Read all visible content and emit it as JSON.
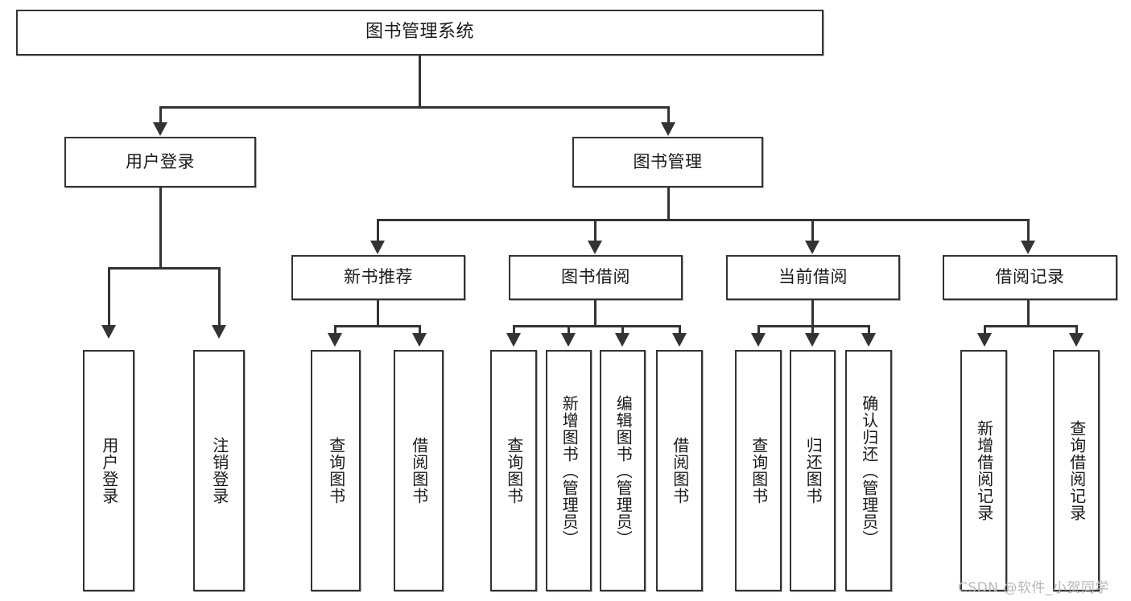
{
  "diagram": {
    "title": "图书管理系统",
    "type": "功能结构图",
    "watermark": "CSDN @软件_小贺同学",
    "colors": {
      "line": "#333333",
      "box_border": "#333333",
      "box_fill": "#ffffff",
      "text": "#1a1a1a",
      "watermark": "#b8b8b8",
      "background": "#ffffff"
    },
    "root": {
      "label": "图书管理系统"
    },
    "level2": [
      {
        "id": "user-login",
        "label": "用户登录"
      },
      {
        "id": "book-manage",
        "label": "图书管理"
      }
    ],
    "level3": [
      {
        "id": "new-book-recommend",
        "label": "新书推荐",
        "parent": "book-manage"
      },
      {
        "id": "book-borrow",
        "label": "图书借阅",
        "parent": "book-manage"
      },
      {
        "id": "current-borrow",
        "label": "当前借阅",
        "parent": "book-manage"
      },
      {
        "id": "borrow-record",
        "label": "借阅记录",
        "parent": "book-manage"
      }
    ],
    "leaves": {
      "user-login": [
        {
          "id": "leaf-user-login",
          "label": "用户登录"
        },
        {
          "id": "leaf-logout-login",
          "label": "注销登录"
        }
      ],
      "new-book-recommend": [
        {
          "id": "leaf-query-book-1",
          "label": "查询图书"
        },
        {
          "id": "leaf-borrow-book-1",
          "label": "借阅图书"
        }
      ],
      "book-borrow": [
        {
          "id": "leaf-query-book-2",
          "label": "查询图书"
        },
        {
          "id": "leaf-add-book",
          "label": "新增图书（管理员）"
        },
        {
          "id": "leaf-edit-book",
          "label": "编辑图书（管理员）"
        },
        {
          "id": "leaf-borrow-book-2",
          "label": "借阅图书"
        }
      ],
      "current-borrow": [
        {
          "id": "leaf-query-book-3",
          "label": "查询图书"
        },
        {
          "id": "leaf-return-book",
          "label": "归还图书"
        },
        {
          "id": "leaf-confirm-return",
          "label": "确认归还（管理员）"
        }
      ],
      "borrow-record": [
        {
          "id": "leaf-add-record",
          "label": "新增借阅记录"
        },
        {
          "id": "leaf-query-record",
          "label": "查询借阅记录"
        }
      ]
    }
  }
}
